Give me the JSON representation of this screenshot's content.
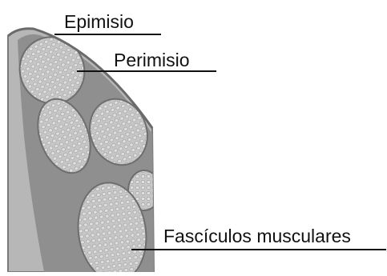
{
  "figure": {
    "labels": {
      "epimisio": "Epimisio",
      "perimisio": "Perimisio",
      "fasciculos": "Fascículos musculares"
    },
    "colors": {
      "background": "#ffffff",
      "outer_tissue": "#b9b9b9",
      "perimysium": "#8f8f8f",
      "fascicle": "#c7c7c7",
      "fiber": "#dcdcdc",
      "line": "#111111"
    }
  }
}
